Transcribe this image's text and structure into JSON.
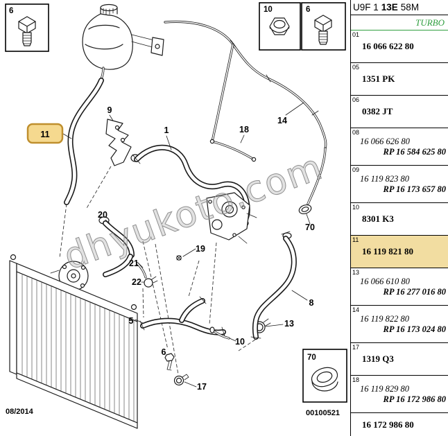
{
  "header": {
    "code_left": "U9F 1",
    "code_mid": "13E",
    "code_right": "58M",
    "variant": "TURBO"
  },
  "watermark": "dhyukoto.com",
  "diagram": {
    "date": "08/2014",
    "doc_number": "00100521",
    "insets": {
      "top_left_bolt": "6",
      "top_nut": "10",
      "top_right_bolt": "6",
      "bottom_sleeve": "70"
    },
    "callouts": {
      "c9": "9",
      "c11": "11",
      "c1": "1",
      "c18": "18",
      "c14": "14",
      "c20": "20",
      "c70": "70",
      "c19": "19",
      "c21": "21",
      "c22": "22",
      "c8": "8",
      "c5": "5",
      "c13": "13",
      "c10": "10",
      "c6": "6",
      "c17": "17"
    },
    "highlighted_callout": "11"
  },
  "parts_table": {
    "rows": [
      {
        "ref": "01",
        "line1": "16 066 622 80",
        "line2": "",
        "type": "single"
      },
      {
        "ref": "05",
        "line1": "1351 PK",
        "line2": "",
        "type": "single"
      },
      {
        "ref": "06",
        "line1": "0382 JT",
        "line2": "",
        "type": "single"
      },
      {
        "ref": "08",
        "line1": "16 066 626 80",
        "line2": "RP 16 584 625 80",
        "type": "double"
      },
      {
        "ref": "09",
        "line1": "16 119 823 80",
        "line2": "RP 16 173 657 80",
        "type": "double"
      },
      {
        "ref": "10",
        "line1": "8301 K3",
        "line2": "",
        "type": "single"
      },
      {
        "ref": "11",
        "line1": "16 119 821 80",
        "line2": "",
        "type": "single",
        "highlighted": true
      },
      {
        "ref": "13",
        "line1": "16 066 610 80",
        "line2": "RP 16 277 016 80",
        "type": "double"
      },
      {
        "ref": "14",
        "line1": "16 119 822 80",
        "line2": "RP 16 173 024 80",
        "type": "double"
      },
      {
        "ref": "17",
        "line1": "1319 Q3",
        "line2": "",
        "type": "single"
      },
      {
        "ref": "18",
        "line1": "16 119 829 80",
        "line2": "RP 16 172 986 80",
        "type": "double"
      },
      {
        "ref": "",
        "line1": "16 172 986 80",
        "line2": "",
        "type": "single"
      }
    ]
  }
}
